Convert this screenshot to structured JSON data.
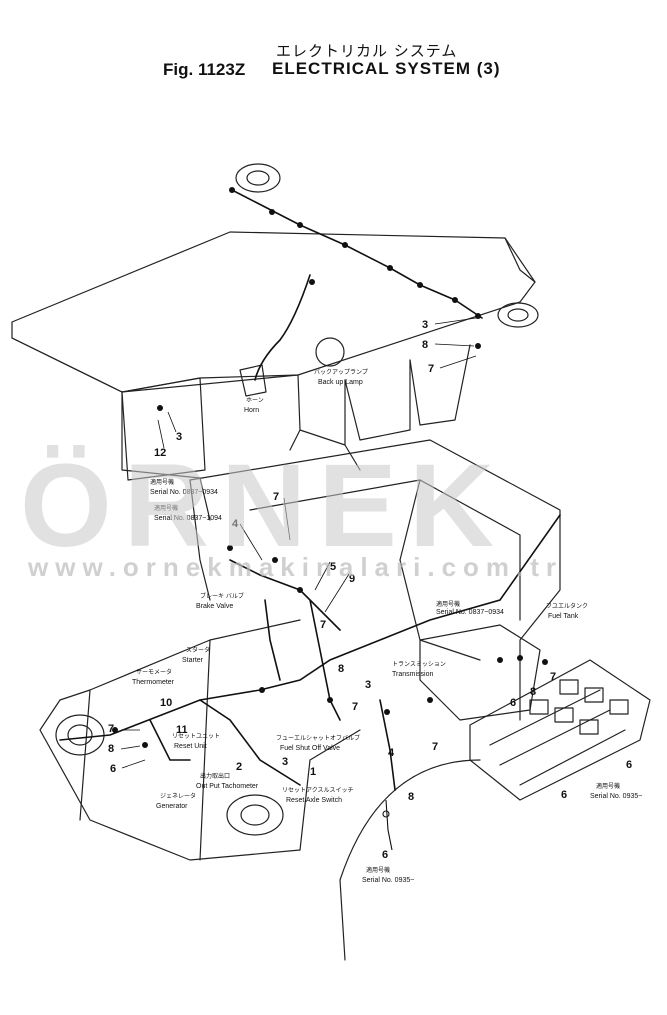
{
  "header": {
    "title_jp": "エレクトリカル システム",
    "fig_number": "Fig. 1123Z",
    "title_en": "ELECTRICAL SYSTEM (3)"
  },
  "watermark": {
    "logo": "ÖRNEK",
    "url": "www.ornekmakinalari.com.tr",
    "color": "#c9c9c9"
  },
  "callouts": [
    {
      "id": "c-back-up-lamp",
      "jp": "バックアップランプ",
      "en": "Back up Lamp"
    },
    {
      "id": "c-horn",
      "jp": "ホーン",
      "en": "Horn"
    },
    {
      "id": "c-serial-1",
      "jp": "適用号機",
      "en": "Serial No. 0837~0934"
    },
    {
      "id": "c-serial-2",
      "jp": "適用号機",
      "en": "Serial No. 0837~1094"
    },
    {
      "id": "c-brake-valve",
      "jp": "ブレーキ バルブ",
      "en": "Brake Valve"
    },
    {
      "id": "c-starter",
      "jp": "スタータ",
      "en": "Starter"
    },
    {
      "id": "c-thermometer",
      "jp": "サーモメータ",
      "en": "Thermometer"
    },
    {
      "id": "c-reset-unit",
      "jp": "リセットユニット",
      "en": "Reset Unit"
    },
    {
      "id": "c-out-put",
      "jp": "出力取出口",
      "en": "Out Put Tachometer"
    },
    {
      "id": "c-generator",
      "jp": "ジェネレータ",
      "en": "Generator"
    },
    {
      "id": "c-fuel-shut",
      "jp": "フューエルシャットオフバルブ",
      "en": "Fuel Shut Off Valve"
    },
    {
      "id": "c-reset-axle",
      "jp": "リセットアクスルスイッチ",
      "en": "Reset Axle Switch"
    },
    {
      "id": "c-transmission",
      "jp": "トランスミッション",
      "en": "Transmission"
    },
    {
      "id": "c-serial-3",
      "jp": "適用号機",
      "en": "Serial No. 0837~0934"
    },
    {
      "id": "c-fuel-tank",
      "jp": "フユエルタンク",
      "en": "Fuel Tank"
    },
    {
      "id": "c-serial-4",
      "jp": "適用号機",
      "en": "Serial No. 0935~"
    },
    {
      "id": "c-serial-5",
      "jp": "適用号機",
      "en": "Serial No. 0935~"
    }
  ],
  "part_numbers": [
    "1",
    "2",
    "3",
    "4",
    "5",
    "6",
    "7",
    "8",
    "9",
    "10",
    "11",
    "12"
  ]
}
